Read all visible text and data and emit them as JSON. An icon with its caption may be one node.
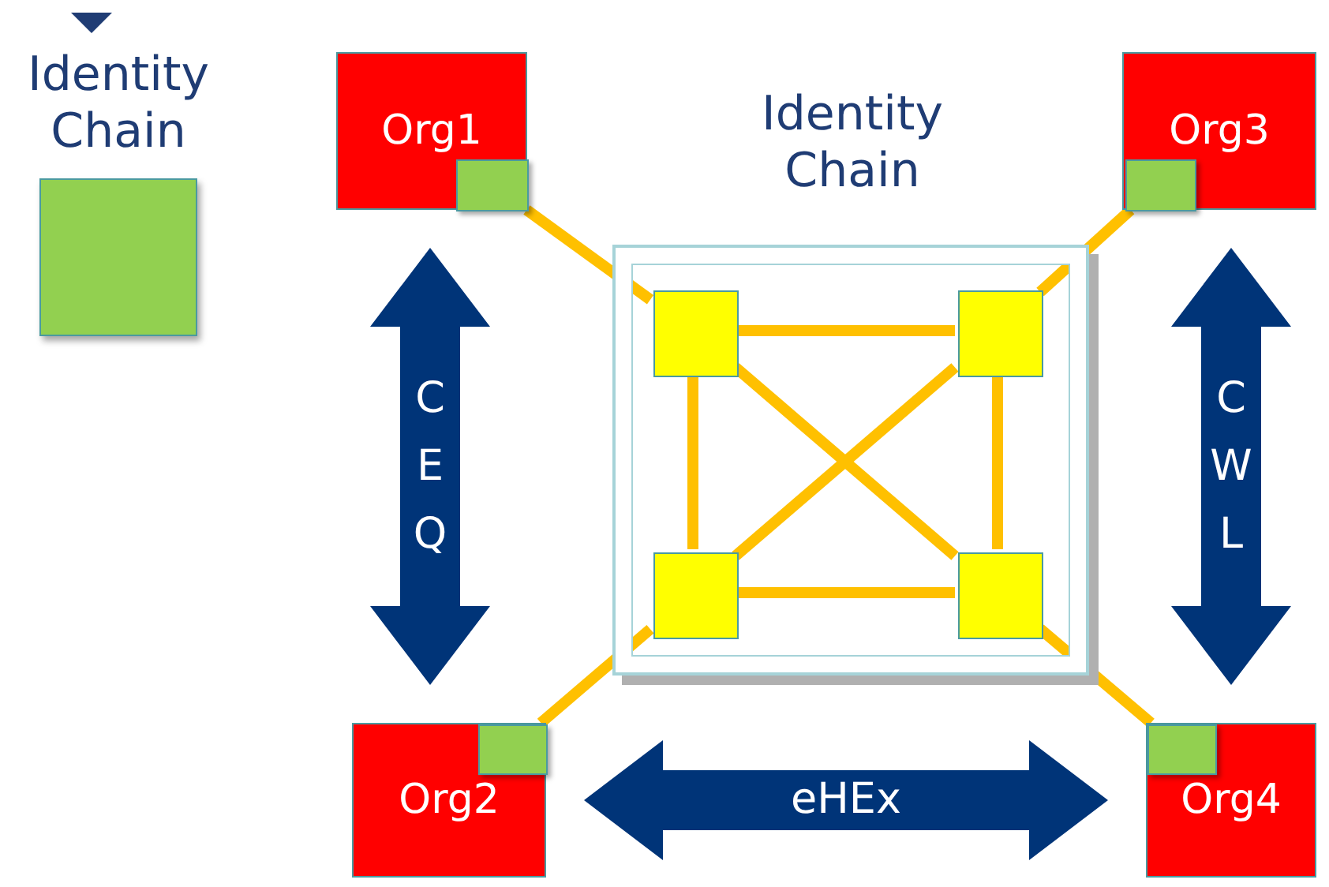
{
  "diagram": {
    "nodes": [
      {
        "text": [
          "Org1"
        ]
      },
      {
        "text": [],
        "shape": "box",
        "in": 0
      },
      {
        "text": [
          "Org3"
        ]
      },
      {
        "text": [],
        "shape": "box",
        "in": 2
      },
      {
        "text": [
          "Org2"
        ]
      },
      {
        "text": [],
        "shape": "box",
        "in": 4
      },
      {
        "text": [
          "Org4"
        ]
      },
      {
        "text": [],
        "shape": "box",
        "in": 6
      },
      {
        "text": [
          "Identity Chain"
        ]
      },
      {
        "text": [],
        "shape": "box",
        "in": 8
      },
      {
        "text": [],
        "shape": "box",
        "in": 8
      },
      {
        "text": [],
        "shape": "box",
        "in": 8
      },
      {
        "text": [],
        "shape": "box",
        "in": 8
      }
    ],
    "edges": [
      {
        "from": 0,
        "to": 4,
        "arrow": "both",
        "label": "CEQ",
        "style": "thick",
        "color": "#003478"
      },
      {
        "from": 2,
        "to": 6,
        "arrow": "both",
        "label": "CWL",
        "style": "thick",
        "color": "#003478"
      },
      {
        "from": 4,
        "to": 6,
        "arrow": "both",
        "label": "eHEx",
        "style": "thick",
        "color": "#003478"
      },
      {
        "from": 1,
        "to": 9,
        "arrow": "none"
      },
      {
        "from": 3,
        "to": 10,
        "arrow": "none"
      },
      {
        "from": 5,
        "to": 11,
        "arrow": "none"
      },
      {
        "from": 7,
        "to": 12,
        "arrow": "none"
      },
      {
        "from": 9,
        "to": 10,
        "arrow": "none"
      },
      {
        "from": 9,
        "to": 11,
        "arrow": "none"
      },
      {
        "from": 9,
        "to": 12,
        "arrow": "none"
      },
      {
        "from": 10,
        "to": 11,
        "arrow": "none"
      },
      {
        "from": 10,
        "to": 12,
        "arrow": "none"
      },
      {
        "from": 11,
        "to": 12,
        "arrow": "none"
      }
    ],
    "legend": [
      {
        "text": "Identity Chain",
        "color": "#92d050"
      }
    ]
  }
}
